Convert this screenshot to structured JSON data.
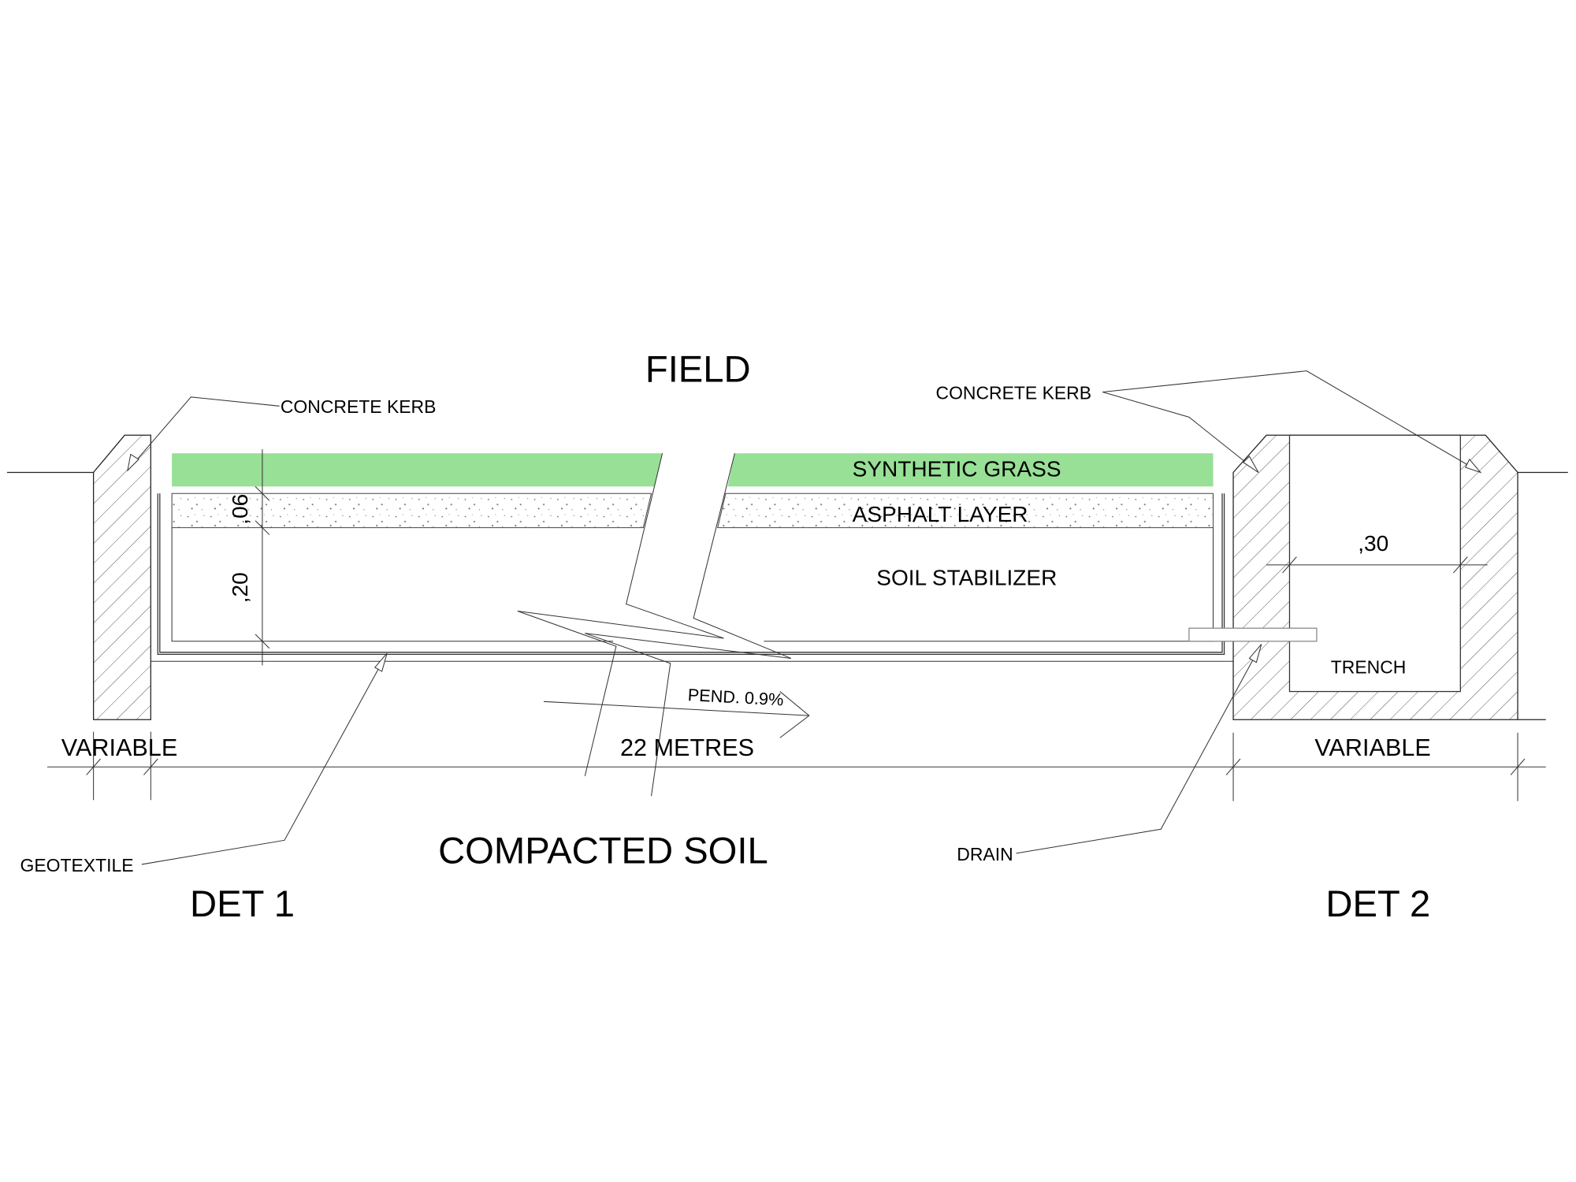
{
  "title": "FIELD",
  "subtitle_bottom": "COMPACTED SOIL",
  "details": {
    "left": "DET 1",
    "right": "DET 2"
  },
  "layers": {
    "grass": "SYNTHETIC GRASS",
    "asphalt": "ASPHALT LAYER",
    "soil": "SOIL STABILIZER"
  },
  "labels": {
    "kerb_left": "CONCRETE KERB",
    "kerb_right": "CONCRETE KERB",
    "geotextile": "GEOTEXTILE",
    "drain": "DRAIN",
    "trench": "TRENCH",
    "slope": "PEND. 0.9%"
  },
  "dimensions": {
    "asphalt_thickness": ",06",
    "soil_thickness": ",20",
    "trench_width": ",30",
    "left_width": "VARIABLE",
    "field_width": "22 METRES",
    "right_width": "VARIABLE"
  },
  "colors": {
    "grass": "#97e096",
    "line": "#222222"
  }
}
